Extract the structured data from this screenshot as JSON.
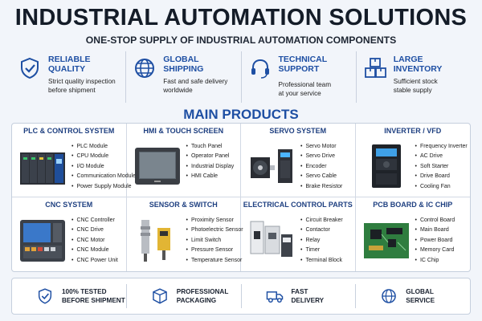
{
  "header": {
    "title": "INDUSTRIAL AUTOMATION SOLUTIONS",
    "subtitle": "ONE-STOP SUPPLY OF INDUSTRIAL AUTOMATION COMPONENTS"
  },
  "features": [
    {
      "title1": "RELIABLE",
      "title2": "QUALITY",
      "desc1": "Strict quality inspection",
      "desc2": "before shipment",
      "icon": "shield-check-icon"
    },
    {
      "title1": "GLOBAL",
      "title2": "SHIPPING",
      "desc1": "Fast and safe delivery",
      "desc2": "worldwide",
      "icon": "globe-icon"
    },
    {
      "title1": "TECHNICAL SUPPORT",
      "title2": "",
      "desc1": "Professional team",
      "desc2": "at your service",
      "icon": "headset-icon"
    },
    {
      "title1": "LARGE",
      "title2": "INVENTORY",
      "desc1": "Sufficient stock",
      "desc2": "stable supply",
      "icon": "boxes-icon"
    }
  ],
  "main_title": "MAIN PRODUCTS",
  "categories": [
    {
      "title": "PLC & CONTROL SYSTEM",
      "icon": "plc-rack-icon",
      "items": [
        "PLC Module",
        "CPU Module",
        "I/O Module",
        "Communication Module",
        "Power Supply Module"
      ]
    },
    {
      "title": "HMI & TOUCH SCREEN",
      "icon": "touch-panel-icon",
      "items": [
        "Touch Panel",
        "Operator Panel",
        "Industrial Display",
        "HMI Cable"
      ]
    },
    {
      "title": "SERVO SYSTEM",
      "icon": "servo-motor-icon",
      "items": [
        "Servo Motor",
        "Servo Drive",
        "Encoder",
        "Servo Cable",
        "Brake Resistor"
      ]
    },
    {
      "title": "INVERTER / VFD",
      "icon": "inverter-icon",
      "items": [
        "Frequency Inverter",
        "AC Drive",
        "Soft Starter",
        "Drive Board",
        "Cooling Fan"
      ]
    },
    {
      "title": "CNC SYSTEM",
      "icon": "cnc-controller-icon",
      "items": [
        "CNC Controller",
        "CNC Drive",
        "CNC Motor",
        "CNC Module",
        "CNC Power Unit"
      ]
    },
    {
      "title": "SENSOR & SWITCH",
      "icon": "sensor-icon",
      "items": [
        "Proximity Sensor",
        "Photoelectric Sensor",
        "Limit Switch",
        "Pressure Sensor",
        "Temperature Sensor"
      ]
    },
    {
      "title": "ELECTRICAL CONTROL PARTS",
      "icon": "breaker-icon",
      "items": [
        "Circuit Breaker",
        "Contactor",
        "Relay",
        "Timer",
        "Terminal Block"
      ]
    },
    {
      "title": "PCB BOARD & IC CHIP",
      "icon": "pcb-board-icon",
      "items": [
        "Control Board",
        "Main Board",
        "Power Board",
        "Memory Card",
        "IC Chip"
      ]
    }
  ],
  "bottom": [
    {
      "line1": "100% TESTED",
      "line2": "BEFORE SHIPMENT",
      "icon": "shield-check-icon"
    },
    {
      "line1": "PROFESSIONAL",
      "line2": "PACKAGING",
      "icon": "package-icon"
    },
    {
      "line1": "FAST",
      "line2": "DELIVERY",
      "icon": "truck-icon"
    },
    {
      "line1": "GLOBAL",
      "line2": "SERVICE",
      "icon": "globe-icon"
    }
  ],
  "colors": {
    "accent": "#1e4fa3",
    "background": "#f2f5fa",
    "panel": "#ffffff",
    "border": "#c5cfdd"
  }
}
